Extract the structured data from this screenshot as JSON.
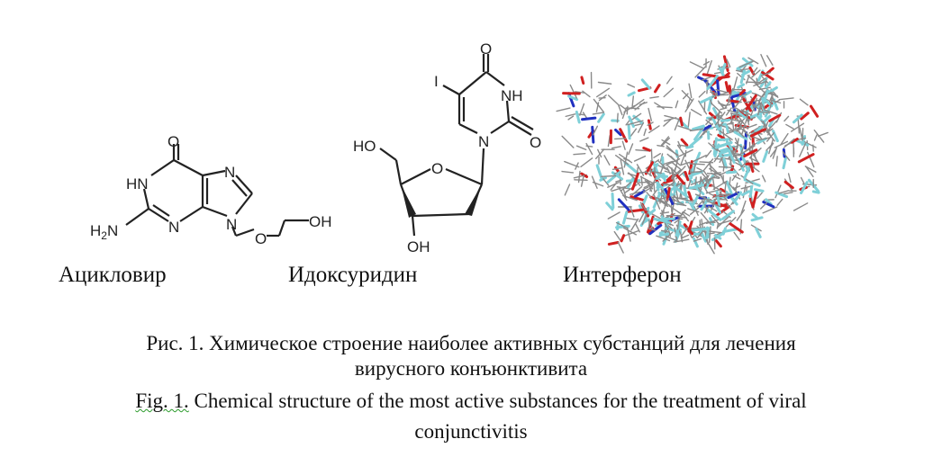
{
  "figure": {
    "compounds": [
      {
        "name": "Ацикловир",
        "atoms": {
          "o": "O",
          "hn": "HN",
          "n3": "N",
          "h2n": "H",
          "h2n_sub": "2",
          "h2n_n": "N",
          "n7": "N",
          "n9": "N",
          "o_ether": "O",
          "oh": "OH"
        }
      },
      {
        "name": "Идоксуридин",
        "atoms": {
          "o4": "O",
          "nh": "NH",
          "o2": "O",
          "n1": "N",
          "i": "I",
          "o_ring": "O",
          "ho": "HO",
          "oh": "OH"
        }
      },
      {
        "name": "Интерферон"
      }
    ],
    "caption_ru_line1": "Рис. 1. Химическое строение наиболее активных субстанций для лечения",
    "caption_ru_line2": "вирусного конъюнктивита",
    "caption_en_prefix": "Fig. 1.",
    "caption_en_line1": " Chemical structure of the most active substances for the treatment of viral",
    "caption_en_line2": "conjunctivitis",
    "colors": {
      "carbon": "#8a8a8a",
      "carbon_hl": "#7fd0d8",
      "oxygen": "#d02020",
      "nitrogen": "#2030c0"
    }
  }
}
